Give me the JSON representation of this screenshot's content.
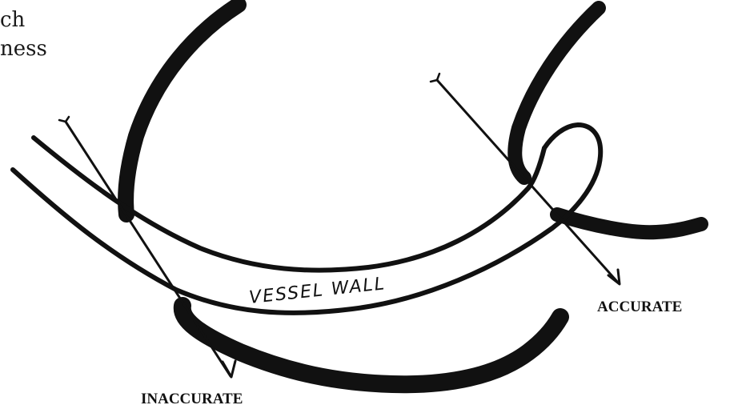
{
  "caption": {
    "line1": "ch",
    "line2": "ness"
  },
  "labels": {
    "vessel_wall": "VESSEL WALL",
    "accurate": "ACCURATE",
    "inaccurate": "INACCURATE"
  },
  "colors": {
    "ink": "#111111",
    "background": "#ffffff"
  }
}
